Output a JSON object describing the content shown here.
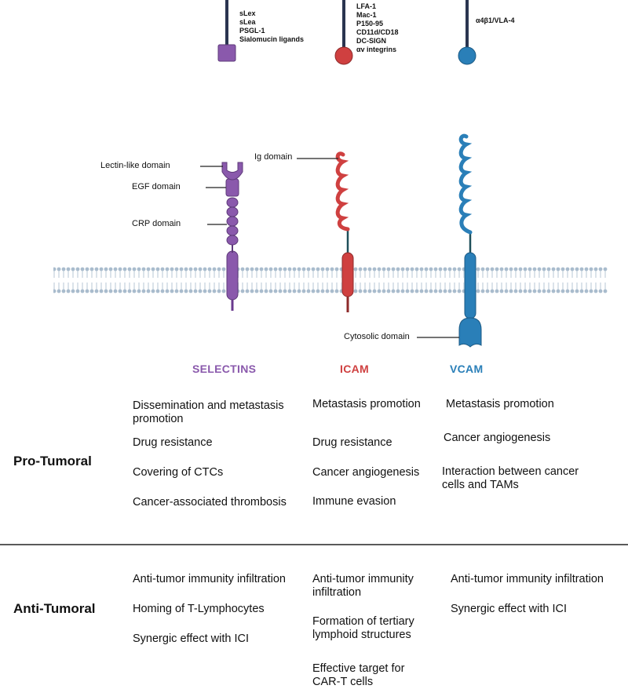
{
  "ligands": {
    "selectins": [
      "sLex",
      "sLea",
      "PSGL-1",
      "Sialomucin ligands"
    ],
    "icam": [
      "LFA-1",
      "Mac-1",
      "P150-95",
      "CD11d/CD18",
      "DC-SIGN",
      "αv integrins"
    ],
    "vcam": [
      "α4β1/VLA-4"
    ]
  },
  "domains": {
    "lectin": "Lectin-like domain",
    "egf": "EGF domain",
    "crp": "CRP domain",
    "ig": "Ig domain",
    "cytosolic": "Cytosolic domain"
  },
  "families": {
    "selectins": {
      "name": "SELECTINS",
      "color": "#8a59ac"
    },
    "icam": {
      "name": "ICAM",
      "color": "#cf4040"
    },
    "vcam": {
      "name": "VCAM",
      "color": "#2a7fb8"
    }
  },
  "rows": {
    "pro": {
      "label": "Pro-Tumoral",
      "selectins": [
        "Dissemination and metastasis promotion",
        "Drug resistance",
        "Covering of CTCs",
        "Cancer-associated thrombosis"
      ],
      "icam": [
        "Metastasis promotion",
        "Drug resistance",
        "Cancer angiogenesis",
        "Immune evasion"
      ],
      "vcam": [
        "Metastasis promotion",
        "Cancer angiogenesis",
        "Interaction between cancer cells and TAMs"
      ]
    },
    "anti": {
      "label": "Anti-Tumoral",
      "selectins": [
        "Anti-tumor immunity infiltration",
        "Homing of T-Lymphocytes",
        "Synergic effect with ICI"
      ],
      "icam": [
        "Anti-tumor immunity infiltration",
        "Formation of tertiary lymphoid structures",
        "Effective target for CAR-T cells"
      ],
      "vcam": [
        "Anti-tumor immunity infiltration",
        "Synergic effect with ICI"
      ]
    }
  }
}
